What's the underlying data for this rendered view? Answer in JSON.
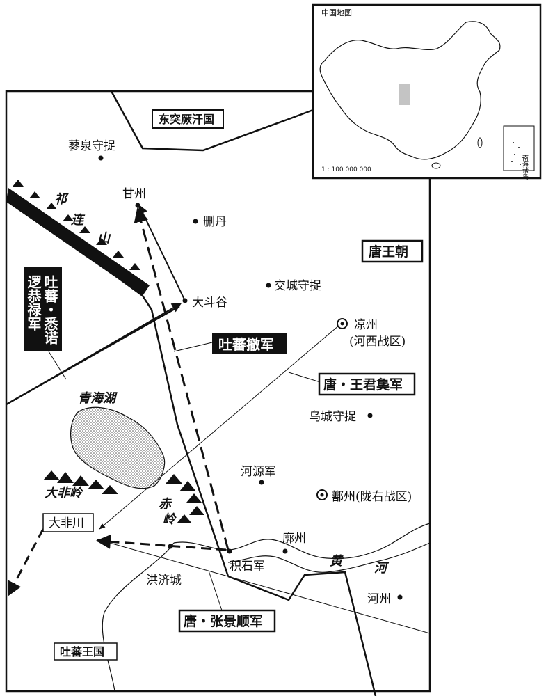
{
  "inset": {
    "title": "中国地图",
    "scale": "1 : 100 000 000",
    "south_sea_label": "南海诸岛"
  },
  "regions": {
    "east_turks": "东突厥汗国",
    "tang": "唐王朝",
    "tibet_kingdom": "吐蕃王国"
  },
  "places": {
    "liaoquan": "蓼泉守捉",
    "ganzhou": "甘州",
    "shandan": "删丹",
    "dadougu": "大斗谷",
    "jiaocheng": "交城守捉",
    "liangzhou": "凉州",
    "liangzhou_note": "(河西战区)",
    "wucheng": "乌城守捉",
    "heyuan": "河源军",
    "shanzhou": "鄯州(陇右战区)",
    "kuozhou": "廓州",
    "jishi": "积石军",
    "hongji": "洪济城",
    "hezhou": "河州",
    "dafeichuan": "大非川"
  },
  "features": {
    "qinghai_lake": "青海湖",
    "qilian_1": "祁",
    "qilian_2": "连",
    "qilian_3": "山",
    "dafei_ling": "大非岭",
    "chi_1": "赤",
    "chi_2": "岭",
    "yellow_1": "黄",
    "yellow_2": "河"
  },
  "armies": {
    "tibet_retreat": "吐蕃撤军",
    "wang_junchuo": "唐・王君㚟军",
    "zhang_jingshun": "唐・张景顺军",
    "tubo_col1": "吐蕃・悉诺",
    "tubo_col2": "逻恭禄军"
  },
  "colors": {
    "ink": "#111111",
    "paper": "#ffffff",
    "lake_fill": "#d9d9d9",
    "inset_highlight": "#c4c4c4"
  }
}
